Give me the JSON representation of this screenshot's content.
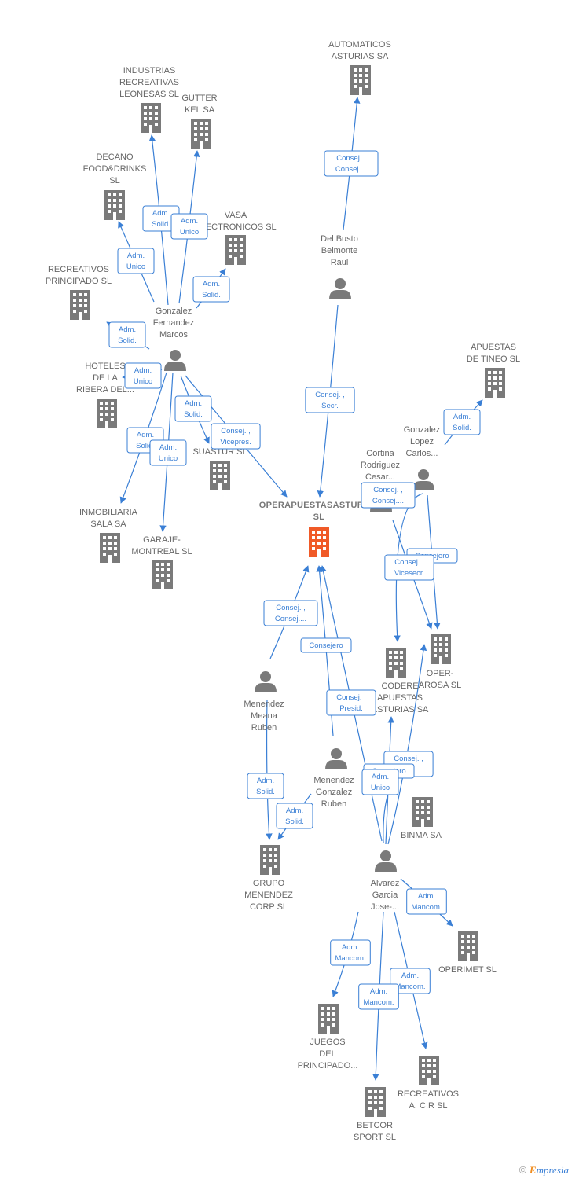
{
  "colors": {
    "edge": "#3a7fd5",
    "node": "#7a7a7a",
    "focus": "#f05a28"
  },
  "nodes": [
    {
      "id": "operapuestas",
      "type": "company",
      "focus": true,
      "label": [
        "OPERAPUESTASASTURIAS",
        "SL"
      ]
    },
    {
      "id": "automaticos",
      "type": "company",
      "label": [
        "AUTOMATICOS",
        "ASTURIAS SA"
      ]
    },
    {
      "id": "industrias",
      "type": "company",
      "label": [
        "INDUSTRIAS",
        "RECREATIVAS",
        "LEONESAS SL"
      ]
    },
    {
      "id": "gutter",
      "type": "company",
      "label": [
        "GUTTER",
        "KEL SA"
      ]
    },
    {
      "id": "decano",
      "type": "company",
      "label": [
        "DECANO",
        "FOOD&DRINKS",
        "SL"
      ]
    },
    {
      "id": "vasa",
      "type": "company",
      "label": [
        "VASA",
        "ELECTRONICOS SL"
      ]
    },
    {
      "id": "recprincipado",
      "type": "company",
      "label": [
        "RECREATIVOS",
        "PRINCIPADO SL"
      ]
    },
    {
      "id": "hoteles",
      "type": "company",
      "label": [
        "HOTELES",
        "DE LA",
        "RIBERA DEL..."
      ]
    },
    {
      "id": "suastur",
      "type": "company",
      "label": [
        "SUASTUR SL"
      ]
    },
    {
      "id": "inmobiliaria",
      "type": "company",
      "label": [
        "INMOBILIARIA",
        "SALA SA"
      ]
    },
    {
      "id": "garaje",
      "type": "company",
      "label": [
        "GARAJE-",
        "MONTREAL  SL"
      ]
    },
    {
      "id": "apuestastineo",
      "type": "company",
      "label": [
        "APUESTAS",
        "DE TINEO  SL"
      ]
    },
    {
      "id": "operarosa",
      "type": "company",
      "label": [
        "OPER-",
        "AROSA SL"
      ]
    },
    {
      "id": "codere",
      "type": "company",
      "label": [
        "CODERE",
        "APUESTAS",
        "ASTURIAS SA"
      ]
    },
    {
      "id": "binma",
      "type": "company",
      "label": [
        "BINMA SA"
      ]
    },
    {
      "id": "grupomenendez",
      "type": "company",
      "label": [
        "GRUPO",
        "MENENDEZ",
        "CORP  SL"
      ]
    },
    {
      "id": "operimet",
      "type": "company",
      "label": [
        "OPERIMET SL"
      ]
    },
    {
      "id": "juegos",
      "type": "company",
      "label": [
        "JUEGOS",
        "DEL",
        "PRINCIPADO..."
      ]
    },
    {
      "id": "recacr",
      "type": "company",
      "label": [
        "RECREATIVOS",
        "A. C.R SL"
      ]
    },
    {
      "id": "betcor",
      "type": "company",
      "label": [
        "BETCOR",
        "SPORT  SL"
      ]
    },
    {
      "id": "delbusto",
      "type": "person",
      "label": [
        "Del Busto",
        "Belmonte",
        "Raul"
      ]
    },
    {
      "id": "gonzalezfm",
      "type": "person",
      "label": [
        "Gonzalez",
        "Fernandez",
        "Marcos"
      ]
    },
    {
      "id": "gonzalezlc",
      "type": "person",
      "label": [
        "Gonzalez",
        "Lopez",
        "Carlos..."
      ]
    },
    {
      "id": "cortina",
      "type": "person",
      "label": [
        "Cortina",
        "Rodriguez",
        "Cesar..."
      ]
    },
    {
      "id": "menendezmr",
      "type": "person",
      "label": [
        "Menendez",
        "Meana",
        "Ruben"
      ]
    },
    {
      "id": "menendezgr",
      "type": "person",
      "label": [
        "Menendez",
        "Gonzalez",
        "Ruben"
      ]
    },
    {
      "id": "alvarez",
      "type": "person",
      "label": [
        "Alvarez",
        "Garcia",
        "Jose-..."
      ]
    }
  ],
  "edges": [
    {
      "from": "delbusto",
      "to": "automaticos",
      "label": [
        "Consej. ,",
        "Consej...."
      ]
    },
    {
      "from": "delbusto",
      "to": "operapuestas",
      "label": [
        "Consej. ,",
        "Secr."
      ]
    },
    {
      "from": "gonzalezfm",
      "to": "industrias",
      "label": [
        "Adm.",
        "Solid."
      ]
    },
    {
      "from": "gonzalezfm",
      "to": "gutter",
      "label": [
        "Adm.",
        "Unico"
      ]
    },
    {
      "from": "gonzalezfm",
      "to": "decano",
      "label": [
        "Adm.",
        "Unico"
      ]
    },
    {
      "from": "gonzalezfm",
      "to": "vasa",
      "label": [
        "Adm.",
        "Solid."
      ]
    },
    {
      "from": "gonzalezfm",
      "to": "recprincipado",
      "label": [
        "Adm.",
        "Solid."
      ]
    },
    {
      "from": "gonzalezfm",
      "to": "hoteles",
      "label": [
        "Adm.",
        "Unico"
      ]
    },
    {
      "from": "gonzalezfm",
      "to": "suastur",
      "label": [
        "Adm.",
        "Solid."
      ]
    },
    {
      "from": "gonzalezfm",
      "to": "operapuestas",
      "label": [
        "Consej. ,",
        "Vicepres."
      ]
    },
    {
      "from": "gonzalezfm",
      "to": "inmobiliaria",
      "label": [
        "Adm.",
        "Solid."
      ]
    },
    {
      "from": "gonzalezfm",
      "to": "garaje",
      "label": [
        "Adm.",
        "Unico"
      ]
    },
    {
      "from": "gonzalezlc",
      "to": "apuestastineo",
      "label": [
        "Adm.",
        "Solid."
      ]
    },
    {
      "from": "gonzalezlc",
      "to": "operarosa",
      "label": [
        "Consejero"
      ]
    },
    {
      "from": "gonzalezlc",
      "to": "codere",
      "label": [
        "Consej. ,",
        "Consej...."
      ]
    },
    {
      "from": "cortina",
      "to": "operarosa",
      "label": [
        "Consej. ,",
        "Vicesecr."
      ]
    },
    {
      "from": "menendezmr",
      "to": "operapuestas",
      "label": [
        "Consej. ,",
        "Consej...."
      ]
    },
    {
      "from": "menendezmr",
      "to": "grupomenendez",
      "label": [
        "Adm.",
        "Solid."
      ]
    },
    {
      "from": "menendezgr",
      "to": "operapuestas",
      "label": [
        "Consejero"
      ]
    },
    {
      "from": "menendezgr",
      "to": "grupomenendez",
      "label": [
        "Adm.",
        "Solid."
      ]
    },
    {
      "from": "alvarez",
      "to": "operapuestas",
      "label": [
        "Consej. ,",
        "Presid."
      ]
    },
    {
      "from": "alvarez",
      "to": "binma",
      "label": [
        "Consej. ,",
        "..."
      ]
    },
    {
      "from": "alvarez",
      "to": "codere",
      "label": [
        "Consejero"
      ]
    },
    {
      "from": "alvarez",
      "to": "operarosa",
      "label": [
        "Adm.",
        "Unico"
      ]
    },
    {
      "from": "alvarez",
      "to": "operimet",
      "label": [
        "Adm.",
        "Mancom."
      ]
    },
    {
      "from": "alvarez",
      "to": "juegos",
      "label": [
        "Adm.",
        "Mancom."
      ]
    },
    {
      "from": "alvarez",
      "to": "recacr",
      "label": [
        "Adm.",
        "Mancom."
      ]
    },
    {
      "from": "alvarez",
      "to": "betcor",
      "label": [
        "Adm.",
        "Mancom."
      ]
    }
  ],
  "footer": {
    "copyright": "©",
    "brand_initial": "E",
    "brand_rest": "mpresia"
  }
}
